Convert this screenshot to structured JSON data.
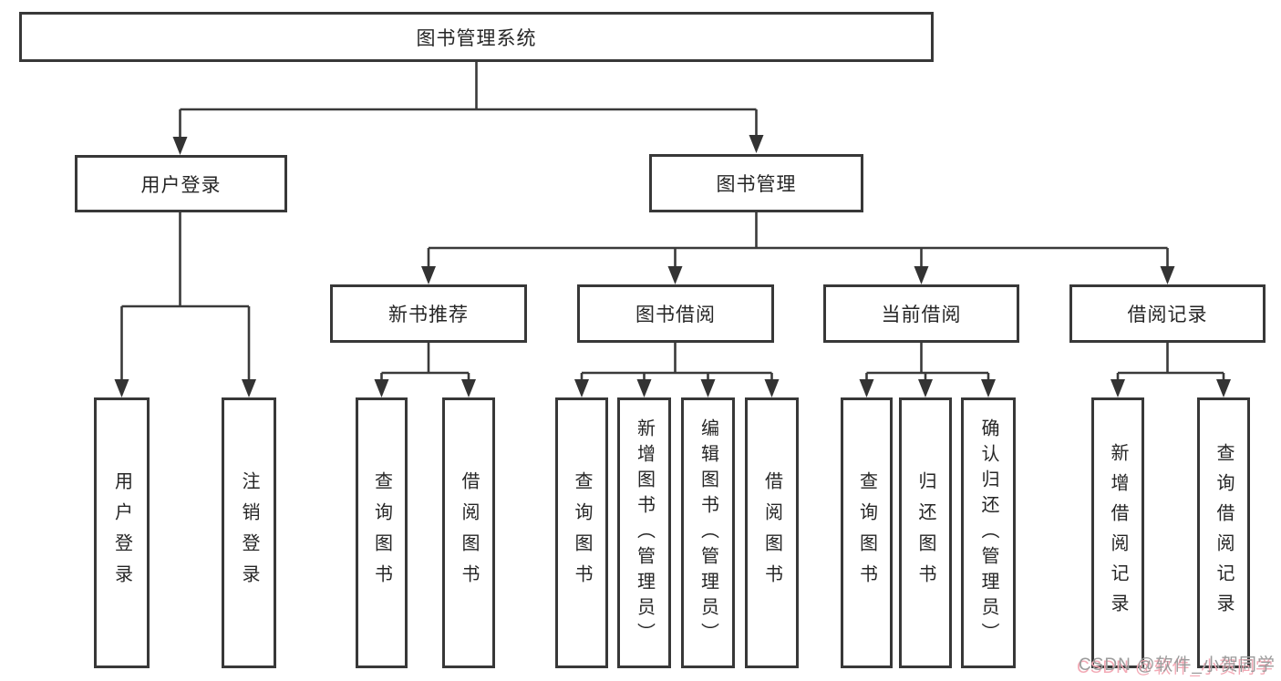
{
  "tree": {
    "title": "图书管理系统",
    "branches": [
      {
        "label": "用户登录",
        "children": [
          "用户登录",
          "注销登录"
        ]
      },
      {
        "label": "图书管理",
        "groups": [
          {
            "label": "新书推荐",
            "children": [
              "查询图书",
              "借阅图书"
            ]
          },
          {
            "label": "图书借阅",
            "children": [
              "查询图书",
              "新增图书（管理员）",
              "编辑图书（管理员）",
              "借阅图书"
            ]
          },
          {
            "label": "当前借阅",
            "children": [
              "查询图书",
              "归还图书",
              "确认归还（管理员）"
            ]
          },
          {
            "label": "借阅记录",
            "children": [
              "新增借阅记录",
              "查询借阅记录"
            ]
          }
        ]
      }
    ]
  },
  "watermark": "CSDN @软件_小贺同学",
  "colors": {
    "line": "#3a3a3a",
    "border": "#383838",
    "text": "#262626",
    "watermark_gray": "#9b9b9b",
    "watermark_pink": "#f3aab6",
    "background": "#ffffff"
  }
}
